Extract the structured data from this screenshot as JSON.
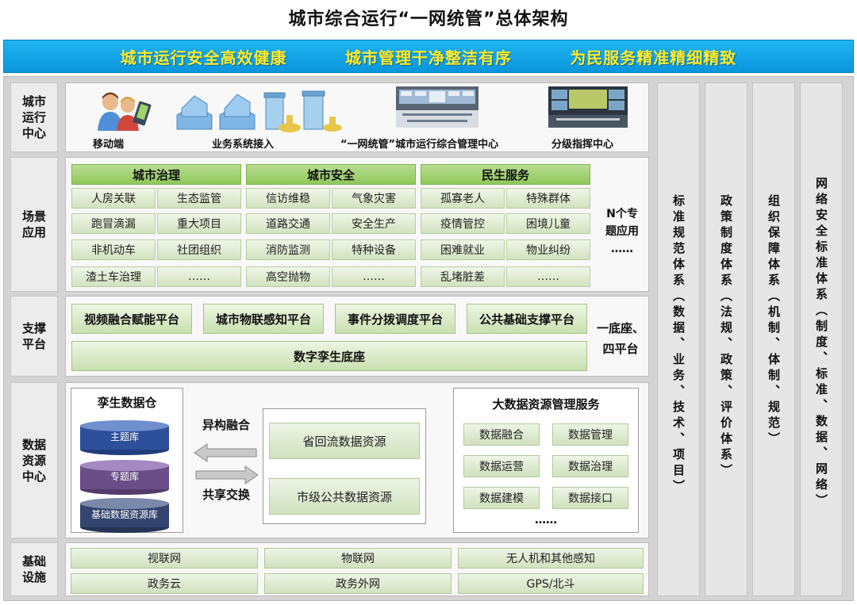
{
  "title": "城市综合运行“一网统管”总体架构",
  "banner": [
    "城市运行安全高效健康",
    "城市管理干净整洁有序",
    "为民服务精准精细精致"
  ],
  "rows": {
    "center": "城市\n运行\n中心",
    "scene": "场景\n应用",
    "support": "支撑\n平台",
    "data": "数据\n资源\n中心",
    "infra": "基础\n设施"
  },
  "center": {
    "mobile": "移动端",
    "business": "业务系统接入",
    "command_center": "“一网统管”城市运行综合管理中心",
    "tiered": "分级指挥中心"
  },
  "scene": {
    "columns": [
      {
        "header": "城市治理",
        "items": [
          "人房关联",
          "生态监管",
          "跑冒滴漏",
          "重大项目",
          "非机动车",
          "社团组织",
          "渣土车治理",
          "……"
        ]
      },
      {
        "header": "城市安全",
        "items": [
          "信访维稳",
          "气象灾害",
          "道路交通",
          "安全生产",
          "消防监测",
          "特种设备",
          "高空抛物",
          "……"
        ]
      },
      {
        "header": "民生服务",
        "items": [
          "孤寡老人",
          "特殊群体",
          "疫情管控",
          "困境儿童",
          "困难就业",
          "物业纠纷",
          "乱堵脏差",
          "……"
        ]
      }
    ],
    "special": "N个专\n题应用\n……"
  },
  "support": {
    "platforms": [
      "视频融合赋能平台",
      "城市物联感知平台",
      "事件分拨调度平台",
      "公共基础支撑平台"
    ],
    "base": "数字孪生底座",
    "summary": "一底座、\n四平台"
  },
  "data": {
    "warehouse_title": "孪生数据仓",
    "warehouse": [
      "主题库",
      "专题库",
      "基础数据资源库"
    ],
    "fusion": "异构融合",
    "exchange": "共享交换",
    "resources": [
      "省回流数据资源",
      "市级公共数据资源"
    ],
    "service_title": "大数据资源管理服务",
    "services": [
      "数据融合",
      "数据管理",
      "数据运营",
      "数据治理",
      "数据建模",
      "数据接口"
    ],
    "service_more": "……"
  },
  "infra": [
    "视联网",
    "物联网",
    "无人机和其他感知",
    "政务云",
    "政务外网",
    "GPS/北斗"
  ],
  "systems": [
    "标准规范体系（数据、业务、技术、项目）",
    "政策制度体系（法规、政策、评价体系）",
    "组织保障体系（机制、体制、规范）",
    "网络安全标准体系（制度、标准、数据、网络）"
  ],
  "colors": {
    "banner": "#0b96dc",
    "banner_text": "#ffeb2a",
    "header_green": "#8fc85a",
    "cell_green": "#d2e2bf",
    "db_blue": "#2e4f9a",
    "db_purple": "#6b4d88",
    "db_navy": "#33446e"
  },
  "icons": [
    "user-phone-icon",
    "building-icon",
    "control-room-icon",
    "video-wall-icon",
    "double-arrow-icon"
  ]
}
